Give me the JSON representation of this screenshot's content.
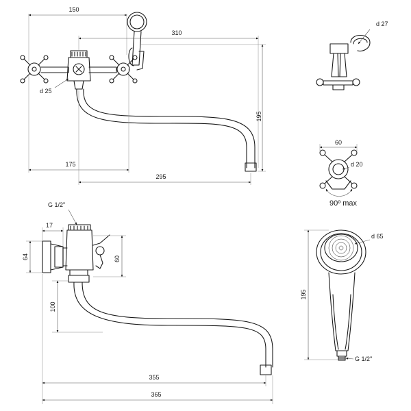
{
  "colors": {
    "line": "#1a1a1a",
    "dimension": "#555555",
    "background": "#ffffff"
  },
  "top_view": {
    "dim_150": "150",
    "dim_310": "310",
    "dim_195": "195",
    "dim_d25": "d 25",
    "dim_175": "175",
    "dim_295": "295"
  },
  "holder_view": {
    "dim_d27": "d 27"
  },
  "handle_view": {
    "dim_60": "60",
    "dim_d20": "d 20",
    "rotation": "90º max"
  },
  "side_view": {
    "thread": "G 1/2\"",
    "dim_17": "17",
    "dim_64": "64",
    "dim_60": "60",
    "dim_100": "100",
    "dim_355": "355",
    "dim_365": "365"
  },
  "shower_view": {
    "dim_d65": "d 65",
    "dim_195": "195",
    "thread": "G 1/2\""
  }
}
